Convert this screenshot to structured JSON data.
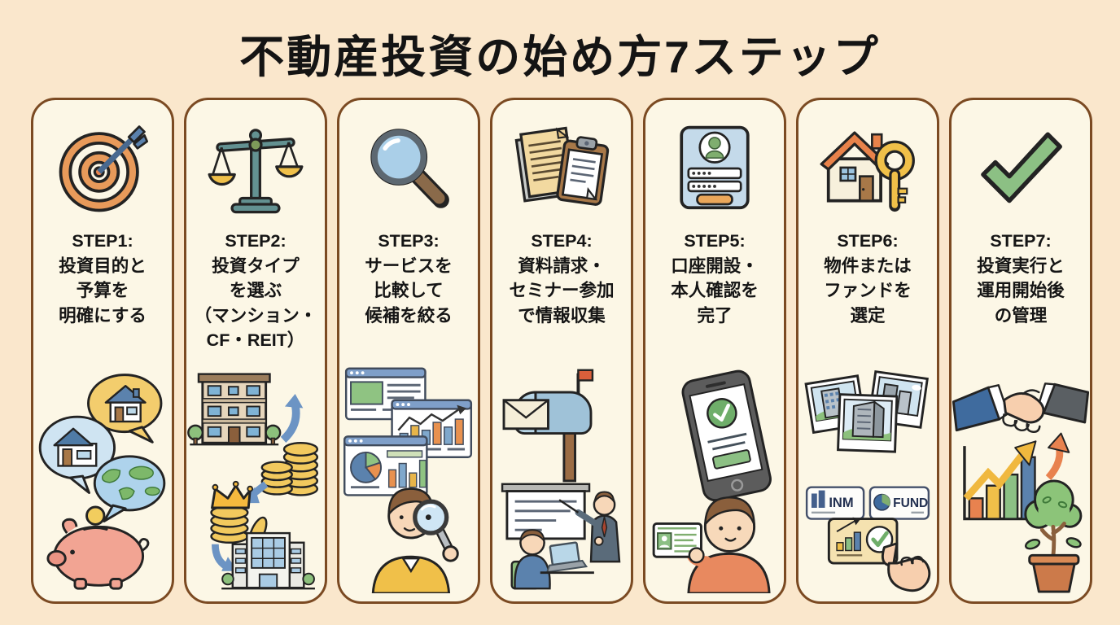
{
  "page": {
    "title": "不動産投資の始め方7ステップ",
    "background_color": "#fae7cc",
    "card_background": "#fcf7e6",
    "card_border_color": "#7b4a22"
  },
  "steps": [
    {
      "icon": "target-arrow-icon",
      "lines": [
        "STEP1:",
        "投資目的と",
        "予算を",
        "明確にする"
      ],
      "illustration": "speech-bubbles-houses-globe-piggy-bank"
    },
    {
      "icon": "balance-scale-icon",
      "lines": [
        "STEP2:",
        "投資タイプ",
        "を選ぶ",
        "（マンション・",
        "CF・REIT）"
      ],
      "illustration": "apartment-coins-crown-office-building-arrows"
    },
    {
      "icon": "magnifier-icon",
      "lines": [
        "STEP3:",
        "サービスを",
        "比較して",
        "候補を絞る"
      ],
      "illustration": "browser-windows-charts-person-with-magnifier"
    },
    {
      "icon": "documents-clipboard-icon",
      "lines": [
        "STEP4:",
        "資料請求・",
        "セミナー参加",
        "で情報収集"
      ],
      "illustration": "mailbox-envelope-seminar-presentation"
    },
    {
      "icon": "signup-form-icon",
      "lines": [
        "STEP5:",
        "口座開設・",
        "本人確認を",
        "完了"
      ],
      "illustration": "smartphone-check-person-holding-id-card"
    },
    {
      "icon": "house-key-icon",
      "lines": [
        "STEP6:",
        "物件または",
        "ファンドを",
        "選定"
      ],
      "illustration": "property-photos-fund-cards-pointing-hand",
      "logos": [
        "INM",
        "FUND"
      ]
    },
    {
      "icon": "checkmark-icon",
      "lines": [
        "STEP7:",
        "投資実行と",
        "運用開始後",
        "の管理"
      ],
      "illustration": "handshake-growth-chart-potted-plant"
    }
  ]
}
